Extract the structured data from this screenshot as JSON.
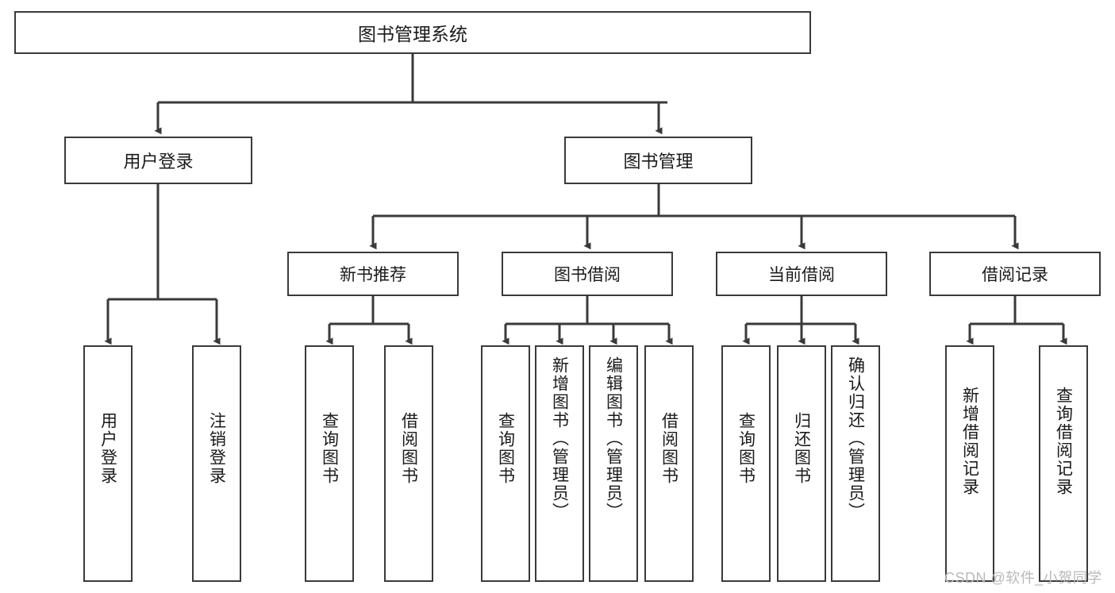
{
  "diagram": {
    "title": "图书管理系统",
    "type": "functional-structure-tree",
    "root": {
      "label": "图书管理系统"
    },
    "level2": [
      {
        "id": "user-login",
        "label": "用户登录"
      },
      {
        "id": "book-management",
        "label": "图书管理"
      }
    ],
    "level3": [
      {
        "id": "new-book-recommend",
        "label": "新书推荐",
        "parent": "book-management"
      },
      {
        "id": "book-borrow",
        "label": "图书借阅",
        "parent": "book-management"
      },
      {
        "id": "current-borrow",
        "label": "当前借阅",
        "parent": "book-management"
      },
      {
        "id": "borrow-record",
        "label": "借阅记录",
        "parent": "book-management"
      }
    ],
    "leaves": {
      "user_login": [
        {
          "id": "leaf-user-login",
          "label": "用户登录"
        },
        {
          "id": "leaf-logout-login",
          "label": "注销登录"
        }
      ],
      "new_book_recommend": [
        {
          "id": "leaf-query-book-1",
          "label": "查询图书"
        },
        {
          "id": "leaf-borrow-book-1",
          "label": "借阅图书"
        }
      ],
      "book_borrow": [
        {
          "id": "leaf-query-book-2",
          "label": "查询图书"
        },
        {
          "id": "leaf-add-book-admin",
          "label": "新增图书（管理员）"
        },
        {
          "id": "leaf-edit-book-admin",
          "label": "编辑图书（管理员）"
        },
        {
          "id": "leaf-borrow-book-2",
          "label": "借阅图书"
        }
      ],
      "current_borrow": [
        {
          "id": "leaf-query-book-3",
          "label": "查询图书"
        },
        {
          "id": "leaf-return-book",
          "label": "归还图书"
        },
        {
          "id": "leaf-confirm-return-admin",
          "label": "确认归还（管理员）"
        }
      ],
      "borrow_record": [
        {
          "id": "leaf-add-borrow-record",
          "label": "新增借阅记录"
        },
        {
          "id": "leaf-query-borrow-record",
          "label": "查询借阅记录"
        }
      ]
    }
  },
  "watermark": {
    "text": "CSDN @软件_小贺同学"
  },
  "colors": {
    "stroke": "#3a3a3a",
    "fill": "#ffffff",
    "text": "#1a1a1a",
    "watermark": "#b9b9b9"
  }
}
